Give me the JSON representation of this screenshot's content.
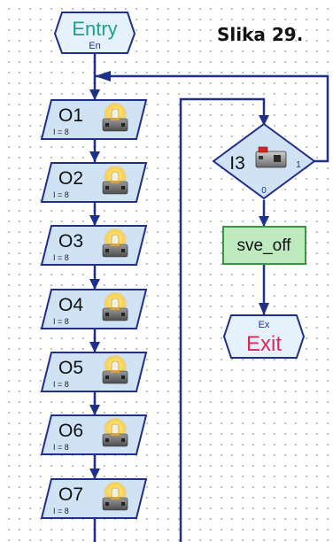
{
  "caption": "Slika 29.",
  "entry": {
    "label": "Entry",
    "sub": "En"
  },
  "exit": {
    "label": "Exit",
    "sub": "Ex"
  },
  "outputs": [
    {
      "label": "O1",
      "param": "I = 8"
    },
    {
      "label": "O2",
      "param": "I = 8"
    },
    {
      "label": "O3",
      "param": "I = 8"
    },
    {
      "label": "O4",
      "param": "I = 8"
    },
    {
      "label": "O5",
      "param": "I = 8"
    },
    {
      "label": "O6",
      "param": "I = 8"
    },
    {
      "label": "O7",
      "param": "I = 8"
    }
  ],
  "branch": {
    "label": "I3",
    "yes": "1",
    "no": "0"
  },
  "subprogram": {
    "label": "sve_off"
  },
  "colors": {
    "line": "#1f2f8a",
    "output_fill": "#cfe3f5",
    "entry_fill": "#e6f2fb",
    "entry_text": "#1aa38a",
    "exit_text": "#e0265a",
    "sub_fill": "#bfe9bf",
    "sub_border": "#2f9a3c",
    "lamp_glow": "#ffd84a"
  }
}
